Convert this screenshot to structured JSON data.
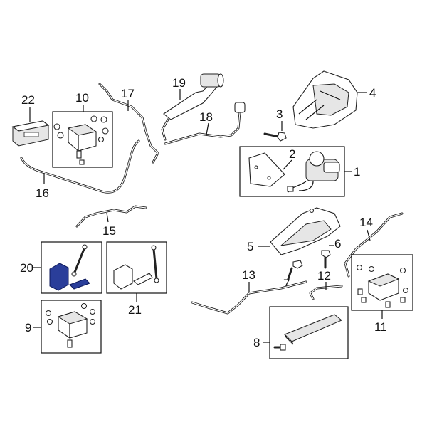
{
  "diagram": {
    "callouts": {
      "c1": "1",
      "c2": "2",
      "c3": "3",
      "c4": "4",
      "c5": "5",
      "c6": "6",
      "c7": "7",
      "c8": "8",
      "c9": "9",
      "c10": "10",
      "c11": "11",
      "c12": "12",
      "c13": "13",
      "c14": "14",
      "c15": "15",
      "c16": "16",
      "c17": "17",
      "c18": "18",
      "c19": "19",
      "c20": "20",
      "c21": "21",
      "c22": "22"
    },
    "highlight_color": "#2a3e9a",
    "highlighted_part": "20"
  }
}
